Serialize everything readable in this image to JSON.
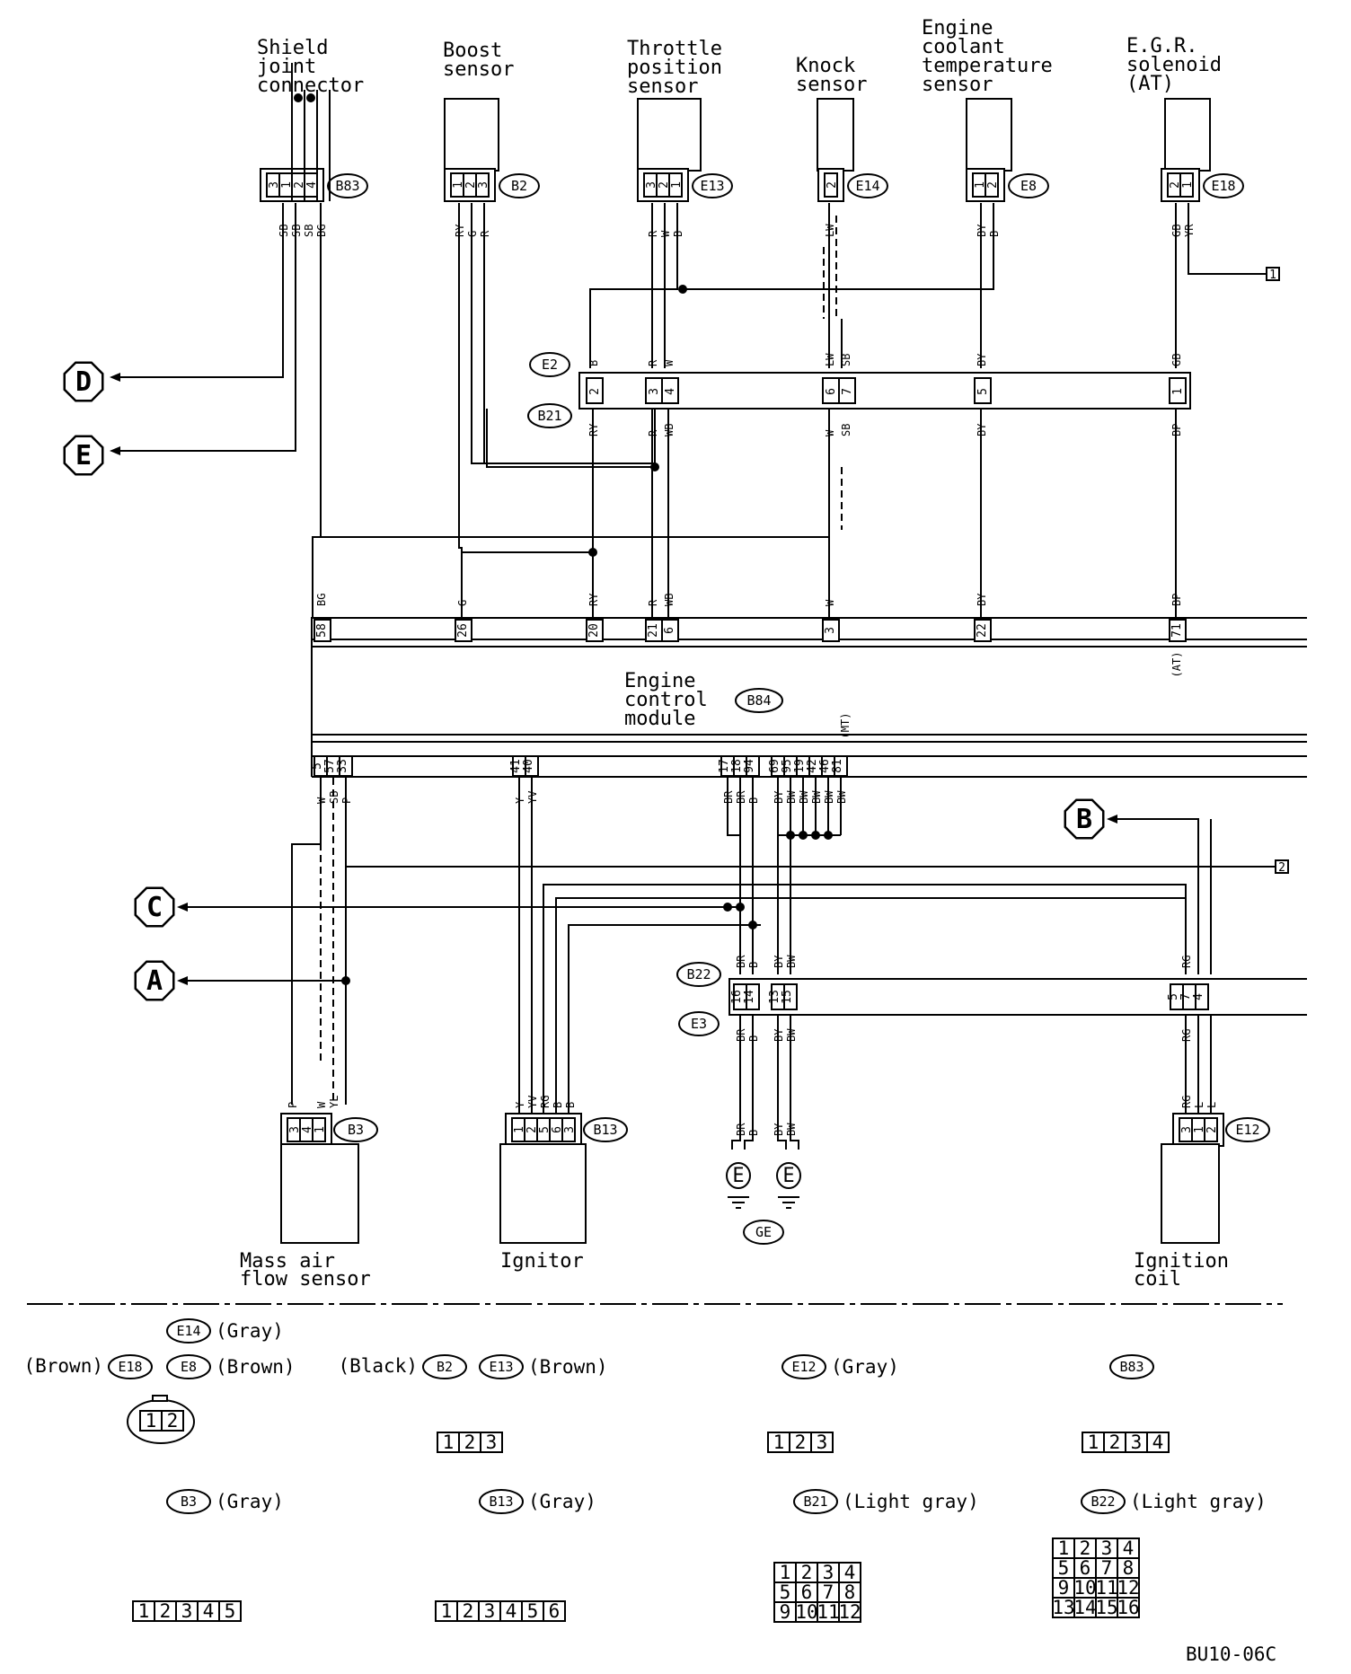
{
  "components": [
    {
      "id": "b83",
      "lines": [
        "Shield",
        "joint",
        "connector"
      ],
      "conn": "B83",
      "pins": [
        "3",
        "1",
        "2",
        "4"
      ],
      "wires": [
        "SB",
        "SB",
        "SB",
        "BG"
      ]
    },
    {
      "id": "b2",
      "lines": [
        "Boost",
        "sensor"
      ],
      "conn": "B2",
      "pins": [
        "1",
        "2",
        "3"
      ],
      "wires": [
        "RY",
        "G",
        "R"
      ]
    },
    {
      "id": "e13",
      "lines": [
        "Throttle",
        "position",
        "sensor"
      ],
      "conn": "E13",
      "pins": [
        "3",
        "2",
        "1"
      ],
      "wires": [
        "R",
        "W",
        "B"
      ]
    },
    {
      "id": "e14",
      "lines": [
        "Knock",
        "sensor"
      ],
      "conn": "E14",
      "pins": [
        "2"
      ],
      "wires": [
        "LW"
      ]
    },
    {
      "id": "e8",
      "lines": [
        "Engine",
        "coolant",
        "temperature",
        "sensor"
      ],
      "conn": "E8",
      "pins": [
        "1",
        "2"
      ],
      "wires": [
        "BY",
        "B"
      ]
    },
    {
      "id": "e18",
      "lines": [
        "E.G.R.",
        "solenoid",
        "(AT)"
      ],
      "conn": "E18",
      "pins": [
        "2",
        "1"
      ],
      "wires": [
        "GB",
        "YR"
      ]
    }
  ],
  "e2b21": {
    "upper_name": "E2",
    "lower_name": "B21",
    "pins": [
      "2",
      "3",
      "4",
      "6",
      "7",
      "5",
      "1"
    ],
    "upper_wires": [
      "B",
      "R",
      "W",
      "LW",
      "SB",
      "BY",
      "GB"
    ],
    "lower_wires": [
      "RY",
      "R",
      "WB",
      "W",
      "SB",
      "BY",
      "BP"
    ]
  },
  "ecm": {
    "lines": [
      "Engine",
      "control",
      "module"
    ],
    "conn": "B84",
    "top_pins": [
      "58",
      "26",
      "20",
      "21",
      "6",
      "3",
      "22",
      "71"
    ],
    "top_wires": [
      "BG",
      "G",
      "RY",
      "R",
      "WB",
      "W",
      "BY",
      "BP"
    ],
    "at_note": "(AT)",
    "mt_note": "(MT)",
    "bottom_pins": [
      "5",
      "57",
      "33",
      "41",
      "40",
      "17",
      "18",
      "94",
      "69",
      "95",
      "19",
      "42",
      "46",
      "81"
    ],
    "bottom_wires": [
      "W",
      "SB",
      "P",
      "Y",
      "YV",
      "BR",
      "BR",
      "B",
      "BY",
      "BW",
      "BW",
      "BW",
      "BW",
      "BW"
    ]
  },
  "b22e3": {
    "upper_name": "B22",
    "lower_name": "E3",
    "pins": [
      "16",
      "14",
      "13",
      "15",
      "5",
      "7",
      "4"
    ],
    "upper_wires": [
      "BR",
      "B",
      "BY",
      "BW",
      "RG"
    ],
    "lower_wires": [
      "BR",
      "B",
      "BY",
      "BW",
      "RG"
    ]
  },
  "bottom_components": [
    {
      "id": "b3",
      "lines": [
        "Mass air",
        "flow sensor"
      ],
      "conn": "B3",
      "pins": [
        "3",
        "4",
        "1"
      ],
      "wires": [
        "P",
        "W",
        "YL"
      ]
    },
    {
      "id": "b13",
      "lines": [
        "Ignitor"
      ],
      "conn": "B13",
      "pins": [
        "1",
        "2",
        "5",
        "6",
        "3"
      ],
      "wires": [
        "Y",
        "YV",
        "RG",
        "B",
        "B"
      ]
    },
    {
      "id": "e12",
      "lines": [
        "Ignition",
        "coil"
      ],
      "conn": "E12",
      "pins": [
        "3",
        "1",
        "2"
      ],
      "wires": [
        "RG",
        "L",
        "L"
      ]
    }
  ],
  "grounds": {
    "left_wires": [
      "BR",
      "B"
    ],
    "right_wires": [
      "BY",
      "BW"
    ],
    "ground_label": "E",
    "ground_code": "GE"
  },
  "refs": {
    "a": "A",
    "b": "B",
    "c": "C",
    "d": "D",
    "e": "E",
    "n1": "1",
    "n2": "2"
  },
  "legend": [
    {
      "id": "e14",
      "code": "E14",
      "note": "(Gray)"
    },
    {
      "id": "e18",
      "pre": "(Brown)",
      "code": "E18"
    },
    {
      "id": "e8",
      "code": "E8",
      "note": "(Brown)"
    },
    {
      "id": "b2",
      "pre": "(Black)",
      "code": "B2"
    },
    {
      "id": "e13",
      "code": "E13",
      "note": "(Brown)"
    },
    {
      "id": "e12",
      "code": "E12",
      "note": "(Gray)"
    },
    {
      "id": "b83",
      "code": "B83"
    },
    {
      "id": "b3",
      "code": "B3",
      "note": "(Gray)"
    },
    {
      "id": "b13",
      "code": "B13",
      "note": "(Gray)"
    },
    {
      "id": "b21",
      "code": "B21",
      "note": "(Light gray)"
    },
    {
      "id": "b22",
      "code": "B22",
      "note": "(Light gray)"
    }
  ],
  "legend_pins": {
    "p2": [
      "1",
      "2"
    ],
    "p3": [
      "1",
      "2",
      "3"
    ],
    "p4": [
      "1",
      "2",
      "3",
      "4"
    ],
    "p5": [
      "1",
      "2",
      "3",
      "4",
      "5"
    ],
    "p6": [
      "1",
      "2",
      "3",
      "4",
      "5",
      "6"
    ],
    "p12": [
      [
        "1",
        "2",
        "3",
        "4"
      ],
      [
        "5",
        "6",
        "7",
        "8"
      ],
      [
        "9",
        "10",
        "11",
        "12"
      ]
    ],
    "p16": [
      [
        "1",
        "2",
        "3",
        "4"
      ],
      [
        "5",
        "6",
        "7",
        "8"
      ],
      [
        "9",
        "10",
        "11",
        "12"
      ],
      [
        "13",
        "14",
        "15",
        "16"
      ]
    ]
  },
  "figure_code": "BU10-06C"
}
